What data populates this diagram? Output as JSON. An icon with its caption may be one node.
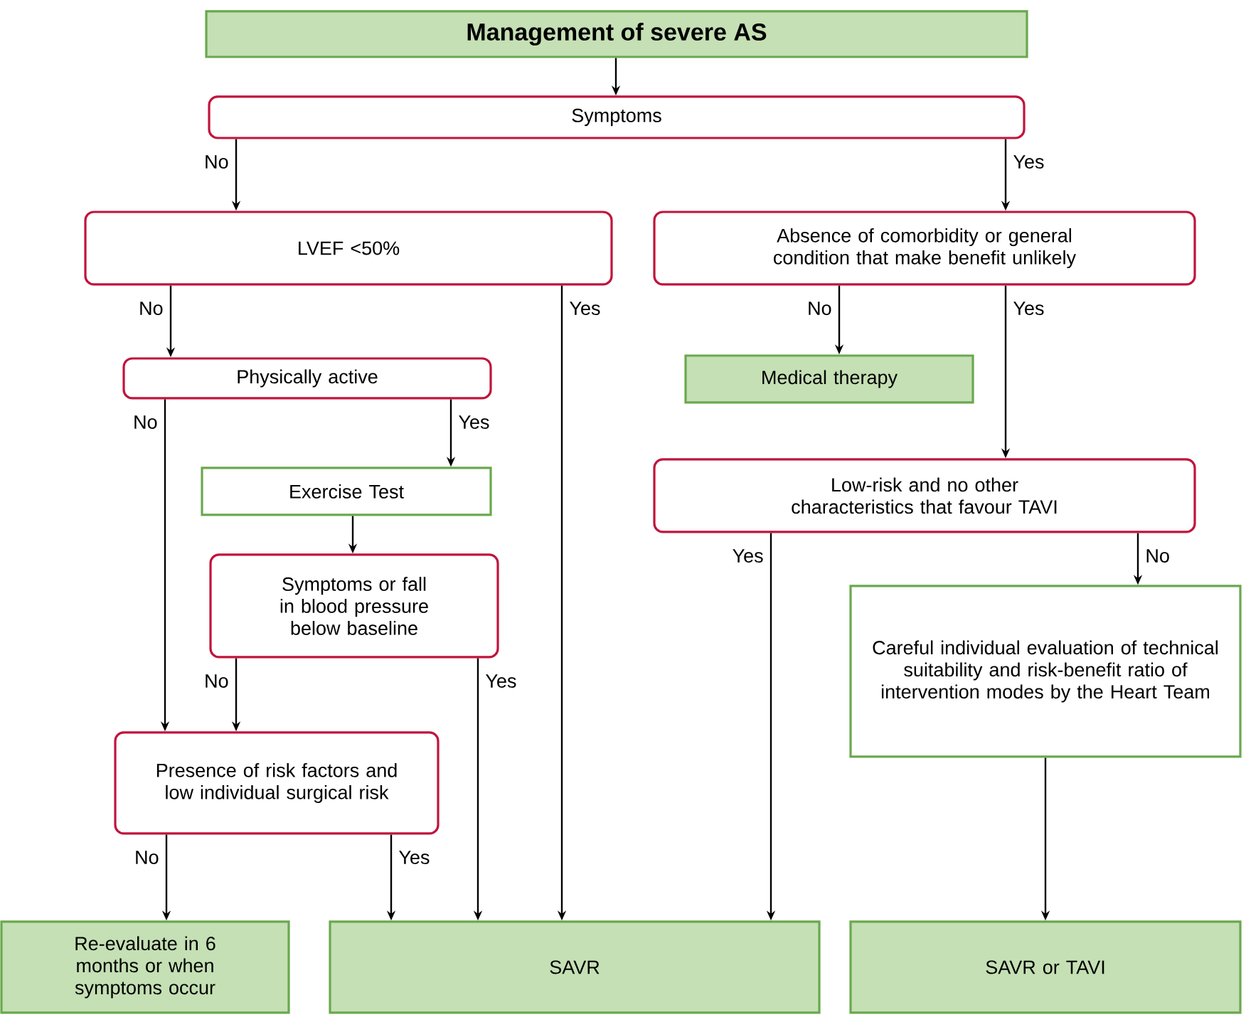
{
  "diagram": {
    "title": "Management of severe AS",
    "nodes": [
      {
        "text": [
          "Symptoms"
        ]
      },
      {
        "text": [
          "LVEF <50%"
        ]
      },
      {
        "text": [
          "Absence of comorbidity or general condition that make benefit unlikely"
        ]
      },
      {
        "text": [
          "Physically active"
        ]
      },
      {
        "text": [
          "Medical therapy"
        ]
      },
      {
        "text": [
          "Exercise Test"
        ]
      },
      {
        "text": [
          "Low-risk and no other characteristics that favour TAVI"
        ]
      },
      {
        "text": [
          "Symptoms or fall in blood pressure below baseline"
        ]
      },
      {
        "text": [
          "Careful individual evaluation of technical suitability and risk-benefit ratio of intervention modes by the Heart Team"
        ]
      },
      {
        "text": [
          "Presence of risk factors and low individual surgical risk"
        ]
      },
      {
        "text": [
          "Re-evaluate in 6 months or when symptoms occur"
        ]
      },
      {
        "text": [
          "SAVR"
        ]
      },
      {
        "text": [
          "SAVR or TAVI"
        ]
      }
    ],
    "edges": [
      {
        "from": null,
        "to": 0,
        "arrow": "to"
      },
      {
        "from": 0,
        "to": 1,
        "arrow": "to",
        "label": "No"
      },
      {
        "from": 0,
        "to": 2,
        "arrow": "to",
        "label": "Yes"
      },
      {
        "from": 1,
        "to": 3,
        "arrow": "to",
        "label": "No"
      },
      {
        "from": 1,
        "to": 11,
        "arrow": "to",
        "label": "Yes"
      },
      {
        "from": 2,
        "to": 4,
        "arrow": "to",
        "label": "No"
      },
      {
        "from": 2,
        "to": 6,
        "arrow": "to",
        "label": "Yes"
      },
      {
        "from": 3,
        "to": 9,
        "arrow": "to",
        "label": "No"
      },
      {
        "from": 3,
        "to": 5,
        "arrow": "to",
        "label": "Yes"
      },
      {
        "from": 5,
        "to": 7,
        "arrow": "to"
      },
      {
        "from": 6,
        "to": 8,
        "arrow": "to",
        "label": "No"
      },
      {
        "from": 6,
        "to": 11,
        "arrow": "to",
        "label": "Yes"
      },
      {
        "from": 7,
        "to": 11,
        "arrow": "to",
        "label": "Yes"
      },
      {
        "from": 7,
        "to": 9,
        "arrow": "to",
        "label": "No"
      },
      {
        "from": 9,
        "to": 11,
        "arrow": "to",
        "label": "Yes"
      },
      {
        "from": 9,
        "to": 10,
        "arrow": "to",
        "label": "No"
      },
      {
        "from": 8,
        "to": 12,
        "arrow": "to"
      }
    ]
  }
}
